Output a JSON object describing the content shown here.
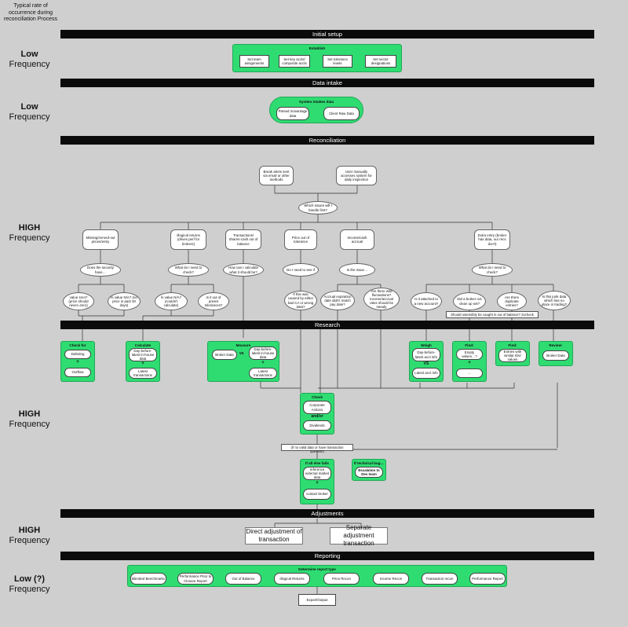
{
  "header": "Typical rate of occurrence during reconciliation Process",
  "sections": {
    "initial": "Initial setup",
    "intake": "Data intake",
    "recon": "Reconciliation",
    "research": "Research",
    "adjust": "Adjustments",
    "report": "Reporting"
  },
  "freq": {
    "f1": {
      "level": "Low",
      "word": "Frequency"
    },
    "f2": {
      "level": "Low",
      "word": "Frequency"
    },
    "f3": {
      "level": "HIGH",
      "word": "Frequency"
    },
    "f4": {
      "level": "HIGH",
      "word": "Frequency"
    },
    "f5": {
      "level": "HIGH",
      "word": "Frequency"
    },
    "f6": {
      "level": "Low (?)",
      "word": "Frequency"
    }
  },
  "establish": {
    "title": "Establish",
    "items": [
      "Set team assignments",
      "Set key accts/ composite accts",
      "Set tolerance levels",
      "Set sector designations"
    ]
  },
  "intake": {
    "title": "System intakes data",
    "items": [
      "Parsed Scivantage data",
      "Client Raw Data"
    ]
  },
  "recon": {
    "alert": "Break alerts sent via email or other methods",
    "manual": "User manually accesses system for daily inspection",
    "which": "Which issues will I handle first?",
    "issues": [
      "Missing/zeroed-out prices/entry",
      "Illogical returns (drives perf for brokers)",
      "Transactions/ Shares-cash out of balance",
      "Price out of tolerance",
      "Income/cash accrual",
      "Extra entry (broker has data, our recs don't)"
    ],
    "q1": [
      "Does the security have…",
      "What do I need to check?",
      "How can I calculate what it should be?",
      "Do I need to see if",
      "Is the issue…",
      "What do I need to check?"
    ],
    "leaves": [
      "value zero? (price should never=zero)",
      "Is value N/A? (no price in past 30 days)",
      "Is value N/A? (couldn't calculate)",
      "Is it out of preset tolerances?",
      "If this was caused by either bad CA or wrong data?",
      "Accrual expiration date didn't match pay date?",
      "Are there wild fluctuations? Income/accrual rates should be steady",
      "Is it attached to a new account?",
      "Did a broker not clean up set?",
      "Are there duplicate entries?",
      "Is this junk data which has no place in trading?"
    ],
    "note": "Should ostensibly be caught in out of balance? 2xcheck"
  },
  "research": {
    "checkfor": {
      "title": "Check for",
      "items": [
        "Delisting",
        "Outflow"
      ],
      "plus": "+"
    },
    "calc": {
      "title": "Calculate",
      "items": [
        "Day-before-latest in-house data",
        "Latest transactions"
      ],
      "plus": "+"
    },
    "measure": {
      "title": "Measure",
      "left": "Broker Data",
      "vs": "vs",
      "items": [
        "Day-before-latest in-house data",
        "Latest transactions"
      ],
      "plus": "+"
    },
    "weigh": {
      "title": "Weigh",
      "items": [
        "Day-before-latest acct info",
        "Latest acct info"
      ],
      "vs": "VS"
    },
    "find1": {
      "title": "Find:",
      "items": [
        "Empty values…?",
        "…"
      ],
      "plus": "+"
    },
    "find2": {
      "title": "Find:",
      "items": [
        "Entries with similar IDs/ values"
      ]
    },
    "review": {
      "title": "Review:",
      "items": [
        "Broker Data"
      ]
    },
    "check": {
      "title": "Check",
      "items": [
        "Corporate Actions",
        "Dividends"
      ],
      "andor": "and/or"
    },
    "noValid": "(If no valid data or have transaction question)",
    "allElse": {
      "title": "If all else fails",
      "items": [
        "reference external market data",
        "contact broker"
      ],
      "plus": "+"
    },
    "tech": {
      "title": "If technical bug…",
      "items": [
        "Escalation to Dev team"
      ]
    }
  },
  "adjust": {
    "items": [
      "Direct adjustment of transaction",
      "Separate adjustment transaction"
    ]
  },
  "report": {
    "title": "Determine report type",
    "items": [
      "Blended Benchmarks",
      "Performance Prior to Closure Report",
      "Out of Balance",
      "Illogical Returns",
      "Price Recon",
      "Income Recon",
      "Transaction recon",
      "Performance Report"
    ],
    "export": "Export/Output"
  }
}
